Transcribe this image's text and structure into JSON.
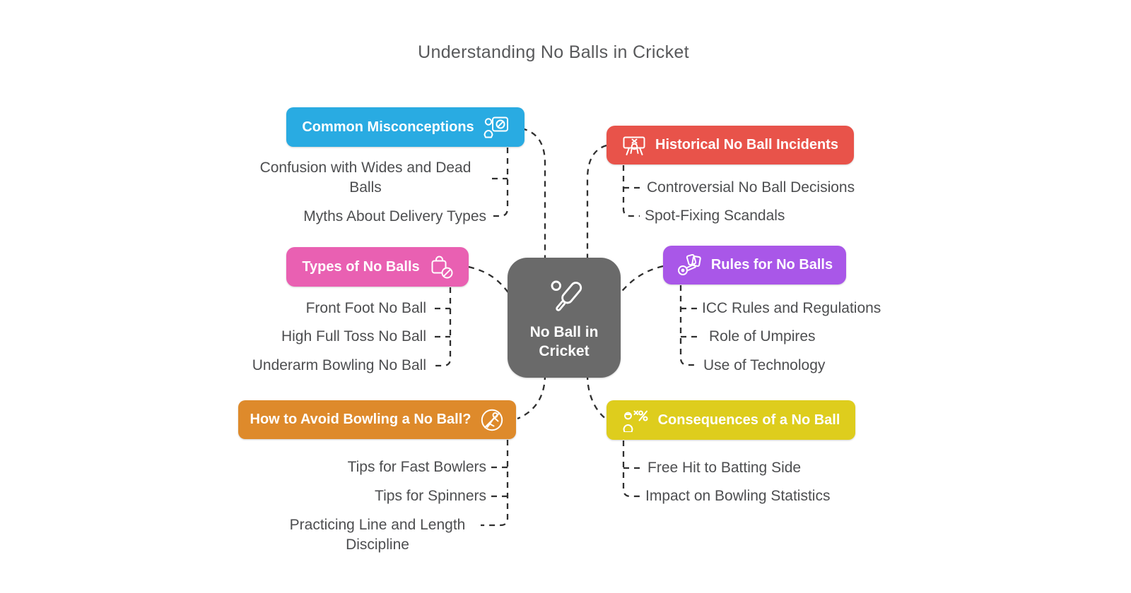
{
  "title": "Understanding No Balls in Cricket",
  "center": {
    "label": "No Ball in Cricket",
    "icon": "cricket-bat-ball-icon",
    "color": "#6A6A6A"
  },
  "branches": [
    {
      "label": "Common Misconceptions",
      "color": "#29ABE2",
      "icon": "presentation-no-sign-icon",
      "icon_side": "right",
      "children": [
        "Confusion with Wides and Dead Balls",
        "Myths About Delivery Types"
      ]
    },
    {
      "label": "Historical No Ball Incidents",
      "color": "#E8534A",
      "icon": "scoreboard-x-icon",
      "icon_side": "left",
      "children": [
        "Controversial No Ball Decisions",
        "Spot-Fixing Scandals"
      ]
    },
    {
      "label": "Types of No Balls",
      "color": "#E960B2",
      "icon": "bag-no-sign-icon",
      "icon_side": "right",
      "children": [
        "Front Foot No Ball",
        "High Full Toss No Ball",
        "Underarm Bowling No Ball"
      ]
    },
    {
      "label": "Rules for No Balls",
      "color": "#A957E8",
      "icon": "cards-whistle-icon",
      "icon_side": "left",
      "children": [
        "ICC Rules and Regulations",
        "Role of Umpires",
        "Use of Technology"
      ]
    },
    {
      "label": "How to Avoid Bowling a No Ball?",
      "color": "#DE8A2B",
      "icon": "no-bowling-icon",
      "icon_side": "right",
      "children": [
        "Tips for Fast Bowlers",
        "Tips for Spinners",
        "Practicing Line and Length Discipline"
      ]
    },
    {
      "label": "Consequences of a No Ball",
      "color": "#DECD1D",
      "icon": "player-stats-icon",
      "icon_side": "left",
      "children": [
        "Free Hit to Batting Side",
        "Impact on Bowling Statistics"
      ]
    }
  ],
  "connector_color": "#2f2f2f"
}
